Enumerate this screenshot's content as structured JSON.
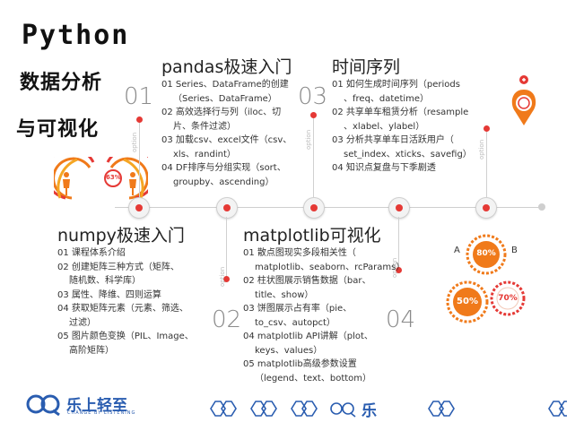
{
  "header": {
    "title": "Python",
    "subtitle1": "数据分析",
    "subtitle2": "与可视化"
  },
  "sections": [
    {
      "num": "01",
      "title": "pandas极速入门",
      "items": [
        "01 Series、DataFrame的创建",
        "（Series、DataFrame）",
        "02 高效选择行与列（iloc、切",
        "片、条件过滤）",
        "03 加载csv、excel文件（csv、",
        "xls、randint）",
        "04 DF排序与分组实现（sort、",
        "groupby、ascending）"
      ],
      "option": "option"
    },
    {
      "num": "02",
      "title": "matplotlib可视化",
      "items": [
        "01 散点图现实多段相关性（",
        "matplotlib、seaborn、rcParams）",
        "02 柱状图展示销售数据（bar、",
        "title、show）",
        "03 饼图展示占有率（pie、",
        "to_csv、autopct）",
        "04 matplotlib API讲解（plot、",
        "keys、values）",
        "05 matplotlib高级参数设置",
        "（legend、text、bottom）"
      ],
      "option": "option"
    },
    {
      "num": "03",
      "title": "时间序列",
      "items": [
        "01 如何生成时间序列（periods",
        "、freq、datetime）",
        "02 共享单车租赁分析（resample",
        "、xlabel、ylabel）",
        "03 分析共享单车日活跃用户（",
        "set_index、xticks、savefig）",
        "04 知识点复盘与下季剧透"
      ],
      "option": "option"
    },
    {
      "num": "04",
      "title": "numpy极速入门",
      "items": [
        "01 课程体系介绍",
        "02 创建矩阵三种方式（矩阵、",
        "随机数、科学库）",
        "03 属性、降维、四则运算",
        "04 获取矩阵元素（元素、筛选、",
        "过滤）",
        "05 图片颜色变换（PIL、Image、",
        "高阶矩阵）"
      ],
      "option": "option"
    }
  ],
  "decor": {
    "percent_small": "63%",
    "ring_a_label": "A",
    "ring_b_label": "B",
    "ring_80": "80%",
    "ring_50": "50%",
    "ring_70": "70%"
  },
  "footer": {
    "brand": "乐上轻至",
    "brand_sub": "CHANGE BY LISTENING",
    "center_logo_text": "乐"
  },
  "colors": {
    "accent": "#e53935",
    "orange": "#f07a1a",
    "brand_blue": "#2a5db0"
  }
}
